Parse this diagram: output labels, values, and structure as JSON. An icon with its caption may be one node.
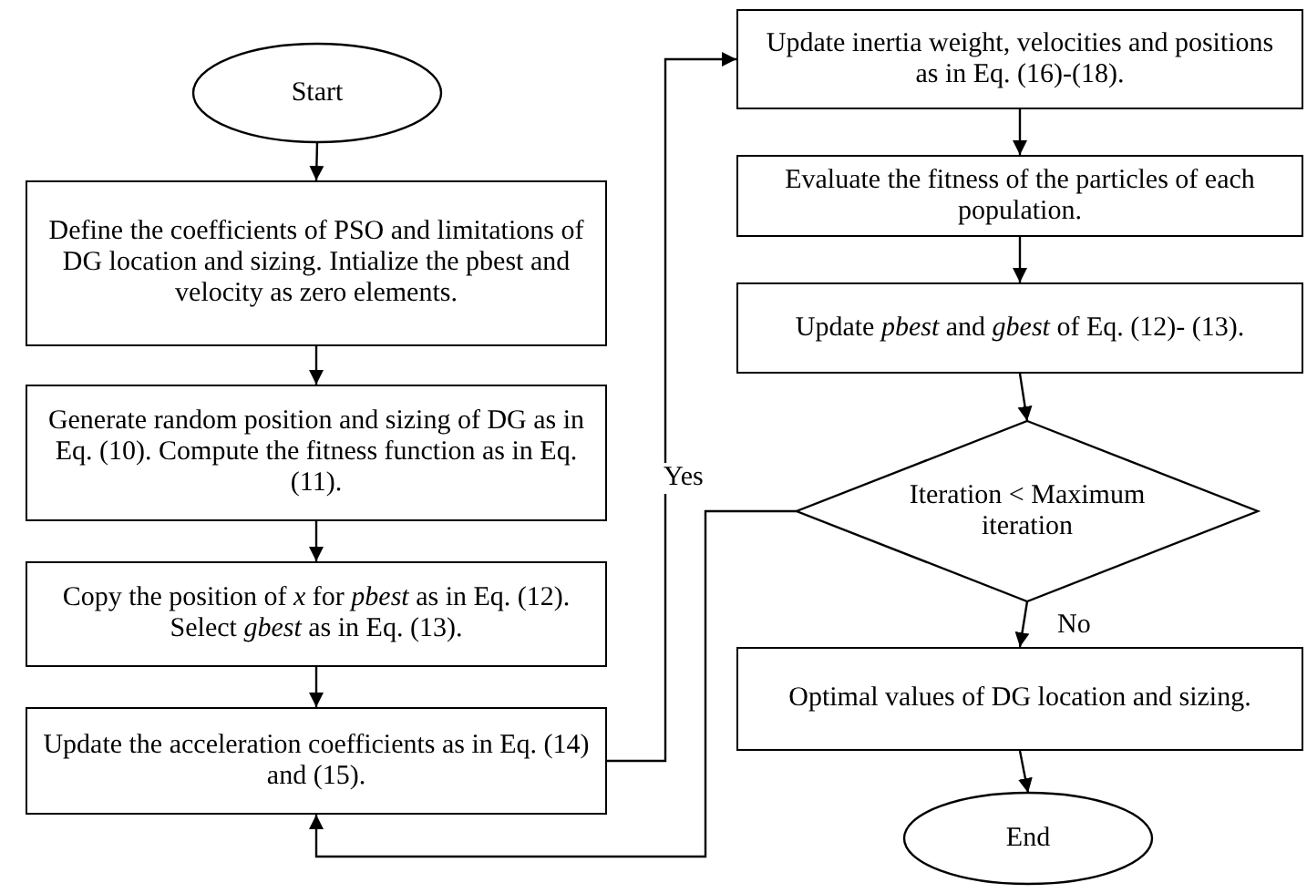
{
  "diagram": {
    "nodes": [
      {
        "text": [
          "Start"
        ]
      },
      {
        "text": [
          "Define the coefficients of PSO and limitations of DG location and sizing. Intialize the pbest and velocity as zero elements."
        ]
      },
      {
        "text": [
          "Generate random position and sizing of DG as in Eq. (10). Compute the fitness function as in Eq. (11)."
        ]
      },
      {
        "text": [
          "Copy the position of *x* for *pbest* as in Eq. (12). Select *gbest* as in Eq. (13)."
        ]
      },
      {
        "text": [
          "Update the acceleration coefficients as in Eq. (14) and (15)."
        ]
      },
      {
        "text": [
          "Update inertia weight, velocities and positions as in Eq. (16)-(18)."
        ]
      },
      {
        "text": [
          "Evaluate the fitness of the particles of each population."
        ]
      },
      {
        "text": [
          "Update *pbest* and *gbest* of Eq. (12)- (13)."
        ]
      },
      {
        "text": [
          "Iteration < Maximum iteration"
        ]
      },
      {
        "text": [
          "Optimal values of DG location and sizing."
        ]
      },
      {
        "text": [
          "End"
        ]
      }
    ],
    "edges": [
      {
        "from": 0,
        "to": 1,
        "arrow": "to"
      },
      {
        "from": 1,
        "to": 2,
        "arrow": "to"
      },
      {
        "from": 2,
        "to": 3,
        "arrow": "to"
      },
      {
        "from": 3,
        "to": 4,
        "arrow": "to"
      },
      {
        "from": 4,
        "to": 5,
        "arrow": "to"
      },
      {
        "from": 5,
        "to": 6,
        "arrow": "to"
      },
      {
        "from": 6,
        "to": 7,
        "arrow": "to"
      },
      {
        "from": 7,
        "to": 8,
        "arrow": "to"
      },
      {
        "from": 8,
        "to": 4,
        "arrow": "to",
        "label": "Yes"
      },
      {
        "from": 8,
        "to": 9,
        "arrow": "to",
        "label": "No"
      },
      {
        "from": 9,
        "to": 10,
        "arrow": "to"
      }
    ]
  }
}
